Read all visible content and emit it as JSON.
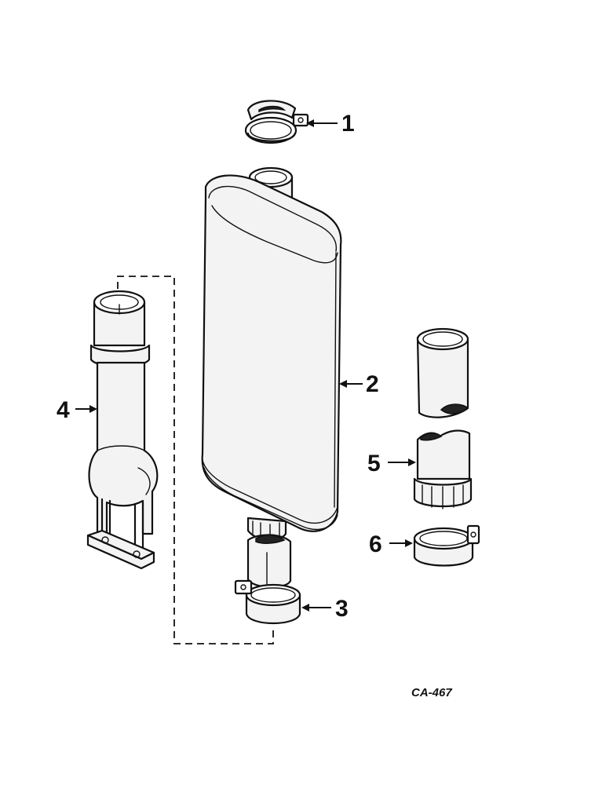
{
  "diagram": {
    "callouts": [
      {
        "id": "1",
        "label": "1"
      },
      {
        "id": "2",
        "label": "2"
      },
      {
        "id": "3",
        "label": "3"
      },
      {
        "id": "4",
        "label": "4"
      },
      {
        "id": "5",
        "label": "5"
      },
      {
        "id": "6",
        "label": "6"
      }
    ],
    "reference_code": "CA-467"
  }
}
